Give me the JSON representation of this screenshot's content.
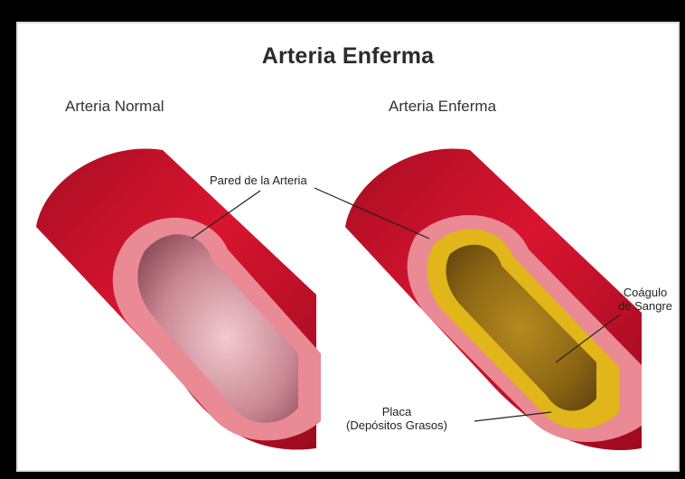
{
  "title": "Arteria Enferma",
  "panels": {
    "normal": {
      "heading": "Arteria Normal"
    },
    "diseased": {
      "heading": "Arteria Enferma"
    }
  },
  "labels": {
    "wall": "Pared de la Arteria",
    "clot_line1": "Coágulo",
    "clot_line2": "de Sangre",
    "plaque_line1": "Placa",
    "plaque_line2": "(Depósitos Grasos)"
  },
  "colors": {
    "artery_red": "#c8112a",
    "wall_pink": "#e98a95",
    "lumen": "#b56b78",
    "plaque_yellow": "#e0b61a",
    "clot_brown": "#7a5410"
  }
}
